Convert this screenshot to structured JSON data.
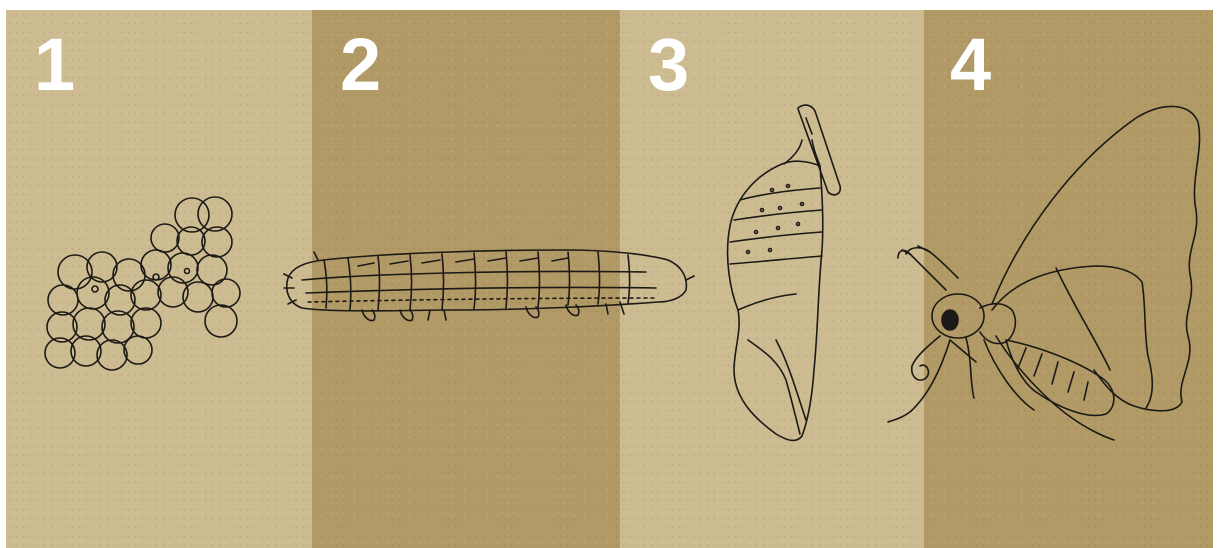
{
  "stages": [
    {
      "number": "1",
      "subject": "eggs",
      "color": "#cdbb91"
    },
    {
      "number": "2",
      "subject": "caterpillar",
      "color": "#b29a66"
    },
    {
      "number": "3",
      "subject": "chrysalis",
      "color": "#cdbb91"
    },
    {
      "number": "4",
      "subject": "butterfly",
      "color": "#b29a66"
    }
  ]
}
